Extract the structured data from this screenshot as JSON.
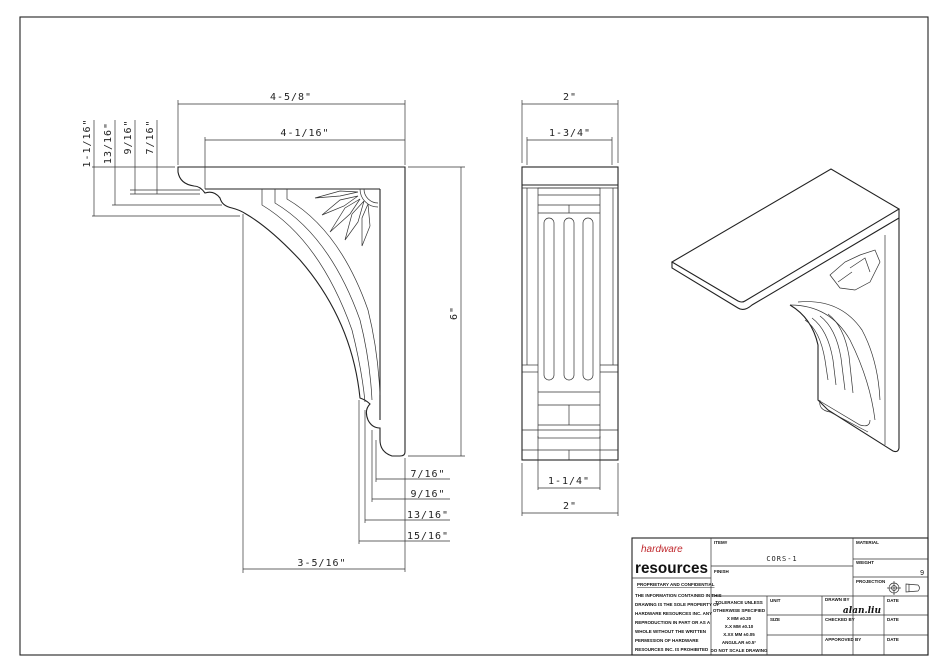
{
  "side_view": {
    "dims": {
      "overall_depth": "4-5/8\"",
      "inner_depth": "4-1/16\"",
      "height": "6\"",
      "top_1": "1-1/16\"",
      "top_2": "13/16\"",
      "top_3": "9/16\"",
      "top_4": "7/16\"",
      "bottom_1": "7/16\"",
      "bottom_2": "9/16\"",
      "bottom_3": "13/16\"",
      "bottom_4": "15/16\"",
      "base_depth": "3-5/16\""
    }
  },
  "front_view": {
    "dims": {
      "top_width": "2\"",
      "inner_top_width": "1-3/4\"",
      "inner_bottom_width": "1-1/4\"",
      "bottom_width": "2\""
    }
  },
  "title_block": {
    "logo_top": "hardware",
    "logo_bottom": "resources",
    "proprietary_heading": "PROPRIETARY AND CONFIDENTIAL",
    "proprietary_lines": [
      "THE INFORMATION CONTAINED IN THIS",
      "DRAWING IS THE SOLE PROPERTY OF",
      "HARDWARE RESOURCES INC.  ANY",
      "REPRODUCTION IN PART OR AS A",
      "WHOLE  WITHOUT THE WRITTEN",
      "PERMISSION OF HARDWARE",
      "RESOURCES INC. IS PROHIBITED"
    ],
    "item_label": "ITEM#",
    "item_value": "CORS-1",
    "finish_label": "FINISH",
    "material_label": "MATERIAL",
    "weight_label": "WEIGHT",
    "weight_value": "9",
    "projection_label": "PROJECTION",
    "tolerance_lines": [
      "TOLERANCE UNLESS",
      "OTHERWISE SPECIFIED",
      "X   MM   ±0.20",
      "X.X  MM   ±0.10",
      "X.XX  MM   ±0.05",
      "ANGULAR   ±0.5°",
      "DO NOT SCALE DRAWING"
    ],
    "unit_label": "UNIT",
    "size_label": "SIZE",
    "drawn_by_label": "DRAWN BY",
    "drawn_by_value": "alan.liu",
    "checked_by_label": "CHECKED BY",
    "approved_by_label": "APPOROVED BY",
    "date_label": "DATE"
  }
}
